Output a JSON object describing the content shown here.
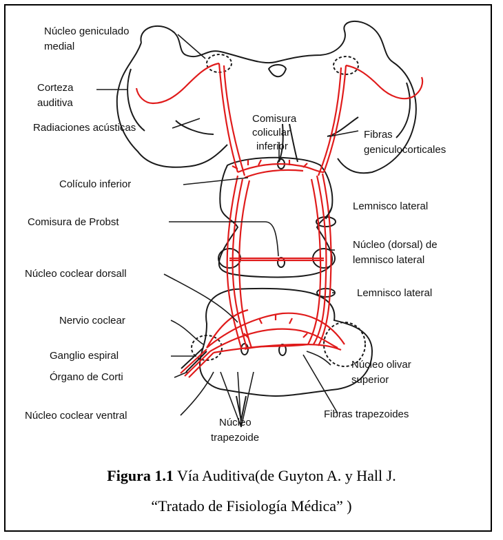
{
  "colors": {
    "pathway": "#e01b1b",
    "outline": "#1a1a1a",
    "border": "#000000"
  },
  "labels": {
    "nucleo_geniculado_1": "Núcleo geniculado",
    "nucleo_geniculado_2": "medial",
    "corteza_1": "Corteza",
    "corteza_2": "auditiva",
    "radiaciones": "Radiaciones acústicas",
    "comisura_col_1": "Comisura",
    "comisura_col_2": "colicular",
    "comisura_col_3": "inferior",
    "fibras_gen_1": "Fibras",
    "fibras_gen_2": "geniculocorticales",
    "coliculo": "Colículo inferior",
    "lemnisco_lateral_1": "Lemnisco lateral",
    "comisura_probst": "Comisura de Probst",
    "nucleo_dorsal_1": "Núcleo (dorsal) de",
    "nucleo_dorsal_2": "lemnisco lateral",
    "nucleo_coclear_dorsal": "Núcleo coclear dorsall",
    "lemnisco_lateral_2": "Lemnisco lateral",
    "nervio_coclear": "Nervio coclear",
    "ganglio_espiral": "Ganglio espiral",
    "organo_corti": "Órgano de Corti",
    "nucleo_olivar_1": "Núcleo olivar",
    "nucleo_olivar_2": "superior",
    "nucleo_coclear_ventral": "Núcleo coclear ventral",
    "nucleo_trapezoide_1": "Núcleo",
    "nucleo_trapezoide_2": "trapezoide",
    "fibras_trapezoides": "Fibras trapezoides"
  },
  "caption": {
    "figure_label": "Figura 1.1",
    "line1_rest": " Vía Auditiva(de Guyton A. y Hall J.",
    "line2": "“Tratado de Fisiología Médica” )"
  }
}
